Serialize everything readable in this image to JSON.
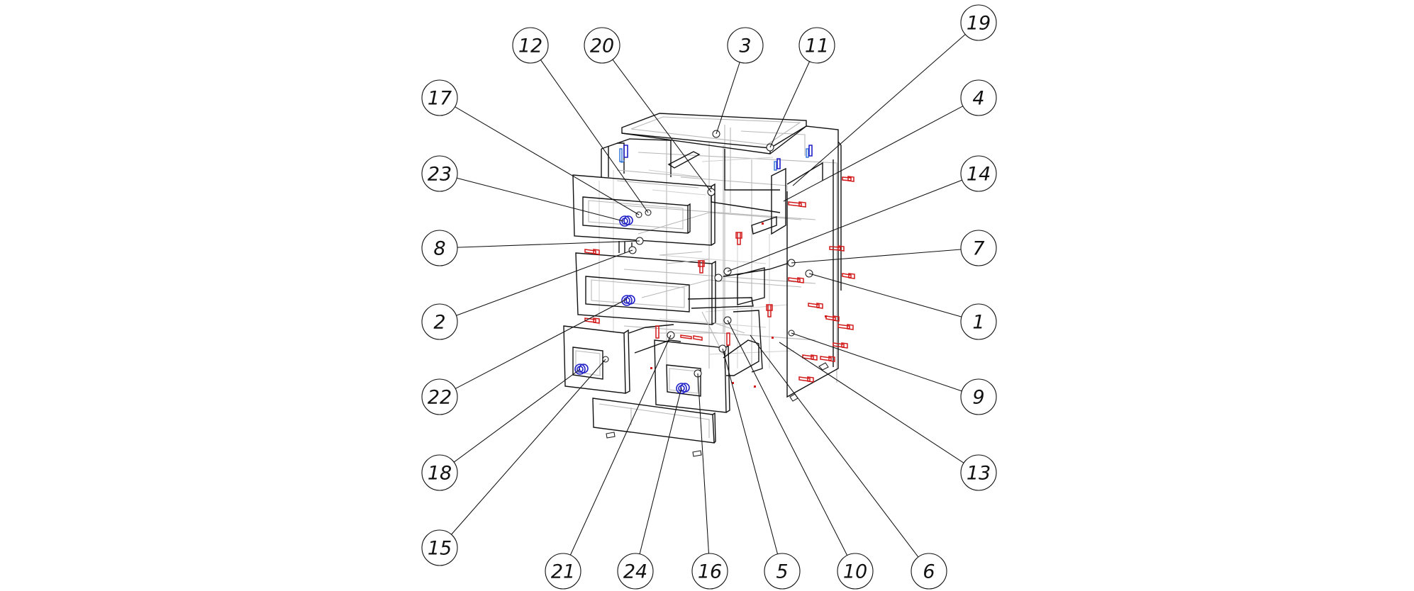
{
  "diagram": {
    "title": "Chest of drawers exploded assembly view",
    "colors": {
      "outline": "#111111",
      "hidden_lines": "#b8b8b8",
      "confirmat_screws": "#d21a1a",
      "handles": "#2020c8",
      "dowels": "#3a78d8"
    },
    "callouts": [
      {
        "label": "12"
      },
      {
        "label": "20"
      },
      {
        "label": "3"
      },
      {
        "label": "11"
      },
      {
        "label": "19"
      },
      {
        "label": "17"
      },
      {
        "label": "4"
      },
      {
        "label": "23"
      },
      {
        "label": "14"
      },
      {
        "label": "8"
      },
      {
        "label": "7"
      },
      {
        "label": "2"
      },
      {
        "label": "1"
      },
      {
        "label": "22"
      },
      {
        "label": "9"
      },
      {
        "label": "18"
      },
      {
        "label": "13"
      },
      {
        "label": "15"
      },
      {
        "label": "21"
      },
      {
        "label": "24"
      },
      {
        "label": "16"
      },
      {
        "label": "5"
      },
      {
        "label": "10"
      },
      {
        "label": "6"
      }
    ]
  }
}
